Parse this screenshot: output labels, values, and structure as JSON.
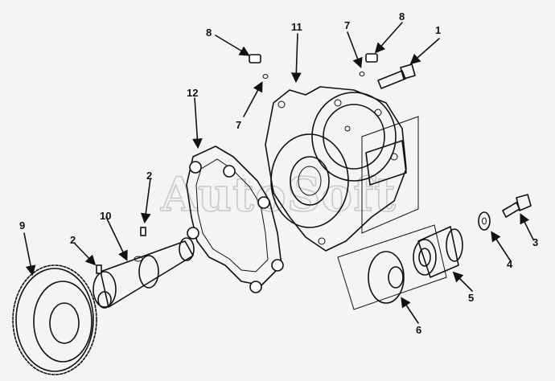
{
  "watermark": "AutoSoft",
  "callouts": [
    {
      "id": "1",
      "label": "1"
    },
    {
      "id": "2a",
      "label": "2"
    },
    {
      "id": "2b",
      "label": "2"
    },
    {
      "id": "3",
      "label": "3"
    },
    {
      "id": "4",
      "label": "4"
    },
    {
      "id": "5",
      "label": "5"
    },
    {
      "id": "6",
      "label": "6"
    },
    {
      "id": "7a",
      "label": "7"
    },
    {
      "id": "7b",
      "label": "7"
    },
    {
      "id": "8a",
      "label": "8"
    },
    {
      "id": "8b",
      "label": "8"
    },
    {
      "id": "9",
      "label": "9"
    },
    {
      "id": "10",
      "label": "10"
    },
    {
      "id": "11",
      "label": "11"
    },
    {
      "id": "12",
      "label": "12"
    }
  ],
  "colors": {
    "ink": "#111111",
    "paper": "#f4f4f4",
    "watermark": "#c9c9c9"
  }
}
